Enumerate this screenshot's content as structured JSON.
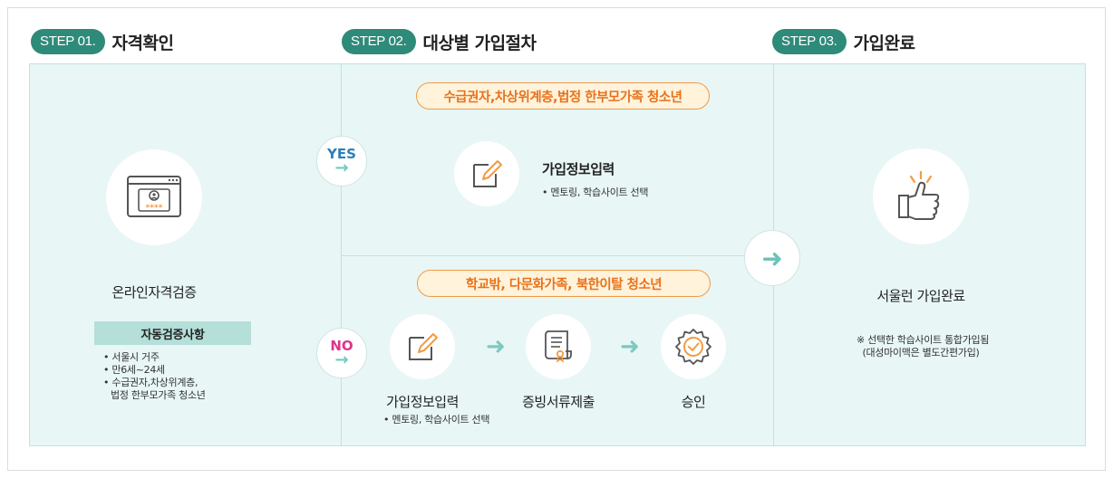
{
  "steps": [
    {
      "label": "STEP 01.",
      "title": "자격확인"
    },
    {
      "label": "STEP 02.",
      "title": "대상별 가입절차"
    },
    {
      "label": "STEP 03.",
      "title": "가입완료"
    }
  ],
  "step1": {
    "caption": "온라인자격검증",
    "auto_title": "자동검증사항",
    "auto_items": [
      "서울시 거주",
      "만6세~24세",
      "수급권자,차상위계층,",
      "법정 한부모가족 청소년"
    ]
  },
  "yes_branch": {
    "badge": "YES",
    "target": "수급권자,차상위계층,법정 한부모가족 청소년",
    "step_title": "가입정보입력",
    "step_desc": "• 멘토링, 학습사이트 선택"
  },
  "no_branch": {
    "badge": "NO",
    "target": "학교밖, 다문화가족, 북한이탈  청소년",
    "steps": [
      {
        "title": "가입정보입력",
        "desc": "• 멘토링, 학습사이트 선택"
      },
      {
        "title": "증빙서류제출",
        "desc": ""
      },
      {
        "title": "승인",
        "desc": ""
      }
    ]
  },
  "step3": {
    "caption": "서울런 가입완료",
    "note1": "※ 선택한 학습사이트 통합가입됨",
    "note2": "(대성마이맥은 별도간편가입)"
  },
  "colors": {
    "teal": "#2e8a79",
    "panel": "#e8f6f6",
    "orange": "#e8721a",
    "yes": "#2c7fb8",
    "no": "#e0338a"
  },
  "icons": [
    "login-screen-icon",
    "edit-icon",
    "document-icon",
    "approval-badge-icon",
    "thumbs-up-icon",
    "arrow-right-icon"
  ]
}
